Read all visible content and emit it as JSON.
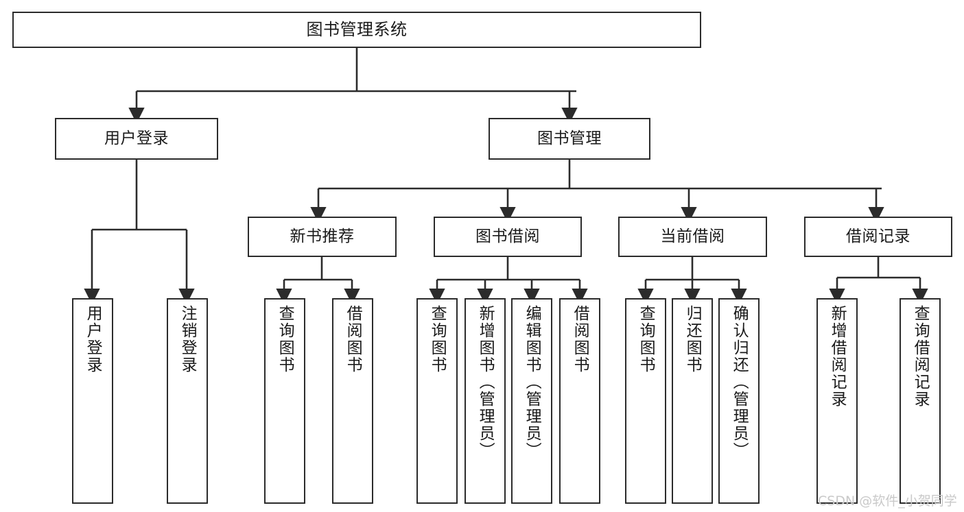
{
  "diagram": {
    "title": "图书管理系统",
    "watermark": "CSDN @软件_小贺同学",
    "stroke_color": "#2b2b2b",
    "background_color": "#ffffff",
    "levels": {
      "root": {
        "label": "图书管理系统"
      },
      "level2": [
        {
          "label": "用户登录"
        },
        {
          "label": "图书管理"
        }
      ],
      "level3": [
        {
          "label": "新书推荐"
        },
        {
          "label": "图书借阅"
        },
        {
          "label": "当前借阅"
        },
        {
          "label": "借阅记录"
        }
      ],
      "leaves": {
        "user_login": [
          {
            "label": "用户登录"
          },
          {
            "label": "注销登录"
          }
        ],
        "new_book_recommend": [
          {
            "label": "查询图书"
          },
          {
            "label": "借阅图书"
          }
        ],
        "book_borrow": [
          {
            "label": "查询图书"
          },
          {
            "label": "新增图书（管理员）"
          },
          {
            "label": "编辑图书（管理员）"
          },
          {
            "label": "借阅图书"
          }
        ],
        "current_borrow": [
          {
            "label": "查询图书"
          },
          {
            "label": "归还图书"
          },
          {
            "label": "确认归还（管理员）"
          }
        ],
        "borrow_record": [
          {
            "label": "新增借阅记录"
          },
          {
            "label": "查询借阅记录"
          }
        ]
      }
    }
  }
}
